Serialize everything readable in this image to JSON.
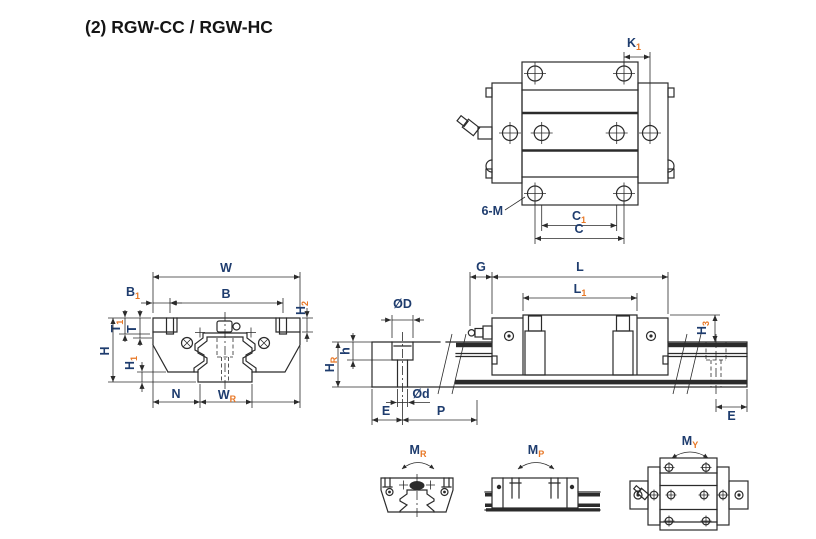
{
  "title": "(2) RGW-CC / RGW-HC",
  "colors": {
    "label_main": "#1e3c6e",
    "label_subscript": "#e87725",
    "line": "#2b2b2b",
    "background": "#ffffff"
  },
  "top_view": {
    "k1": {
      "main": "K",
      "sub": "1"
    },
    "bolt_callout": "6-M",
    "c1": {
      "main": "C",
      "sub": "1"
    },
    "c": "C"
  },
  "front_view": {
    "w": "W",
    "b1": {
      "main": "B",
      "sub": "1"
    },
    "b": "B",
    "h2": {
      "main": "H",
      "sub": "2"
    },
    "t1": {
      "main": "T",
      "sub": "1"
    },
    "t": "T",
    "h": "H",
    "h1": {
      "main": "H",
      "sub": "1"
    },
    "n": "N",
    "wr": {
      "main": "W",
      "sub": "R"
    }
  },
  "side_view": {
    "g": "G",
    "l": "L",
    "l1": {
      "main": "L",
      "sub": "1"
    },
    "dia_D": "ØD",
    "h_bore": "h",
    "hr": {
      "main": "H",
      "sub": "R"
    },
    "dia_d": "Ød",
    "e_left": "E",
    "p": "P",
    "h3": {
      "main": "H",
      "sub": "3"
    },
    "e_right": "E"
  },
  "moment_views": {
    "mr": {
      "main": "M",
      "sub": "R"
    },
    "mp": {
      "main": "M",
      "sub": "P"
    },
    "my": {
      "main": "M",
      "sub": "Y"
    }
  }
}
